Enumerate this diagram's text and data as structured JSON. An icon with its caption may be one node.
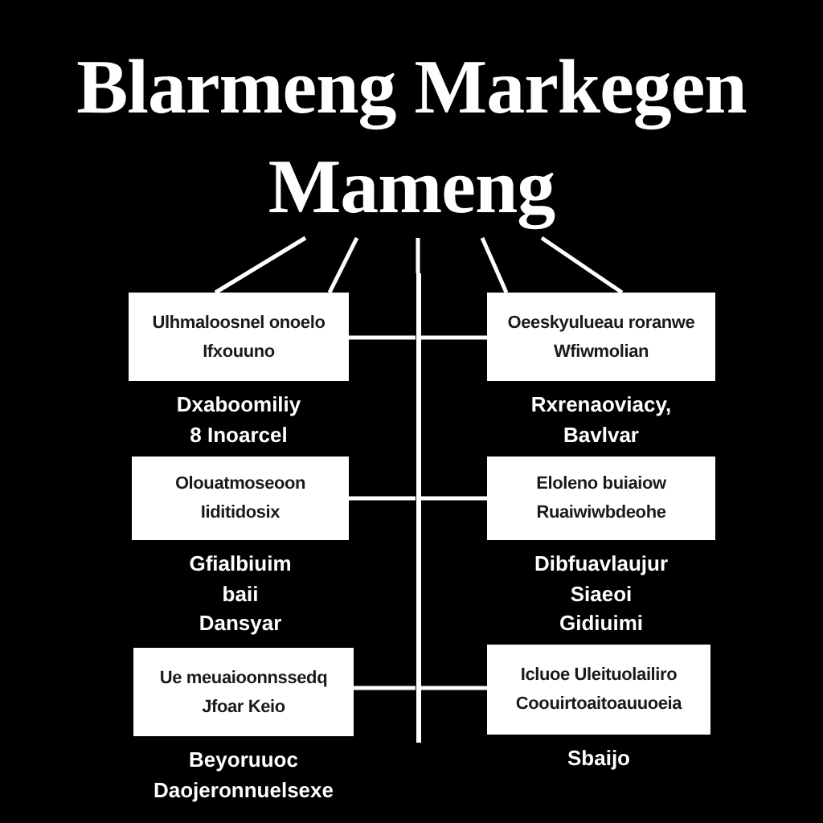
{
  "diagram": {
    "nodes": [
      {
        "text": [
          "Blarmeng Markegen Mameng"
        ]
      },
      {
        "text": [],
        "shape": "bar"
      },
      {
        "text": [
          "Ulhmaloosnel onoelo Ifxouuno"
        ],
        "beside": [
          "Dxaboomiliy 8 Inoarcel"
        ]
      },
      {
        "text": [
          "Oeeskyulueau roranwe Wfiwmolian"
        ],
        "beside": [
          "Rxrenaoviacy, Bavlvar"
        ]
      },
      {
        "text": [
          "Olouatmoseoon Iiditidosix"
        ],
        "beside": [
          "Gfialbiuim baii Dansyar"
        ]
      },
      {
        "text": [
          "Eloleno buiaiow Ruaiwiwbdeohe"
        ],
        "beside": [
          "Dibfuavlaujur Siaeoi Gidiuimi"
        ]
      },
      {
        "text": [
          "Ue meuaioonnssedq Jfoar Keio"
        ],
        "beside": [
          "Beyoruuoc Daojeronnuelsexe"
        ]
      },
      {
        "text": [
          "Icluoe Uleituolailiro Coouirtoaitoauuoeia"
        ],
        "beside": [
          "Sbaijo"
        ]
      }
    ],
    "edges": [
      {
        "from": 0,
        "to": 2,
        "arrow": "none"
      },
      {
        "from": 0,
        "to": 2,
        "arrow": "none"
      },
      {
        "from": 0,
        "to": 1,
        "arrow": "none"
      },
      {
        "from": 0,
        "to": 3,
        "arrow": "none"
      },
      {
        "from": 0,
        "to": 3,
        "arrow": "none"
      },
      {
        "from": 2,
        "to": 1,
        "arrow": "none"
      },
      {
        "from": 3,
        "to": 1,
        "arrow": "none"
      },
      {
        "from": 4,
        "to": 1,
        "arrow": "none"
      },
      {
        "from": 5,
        "to": 1,
        "arrow": "none"
      },
      {
        "from": 6,
        "to": 1,
        "arrow": "none"
      },
      {
        "from": 7,
        "to": 1,
        "arrow": "none"
      }
    ]
  }
}
